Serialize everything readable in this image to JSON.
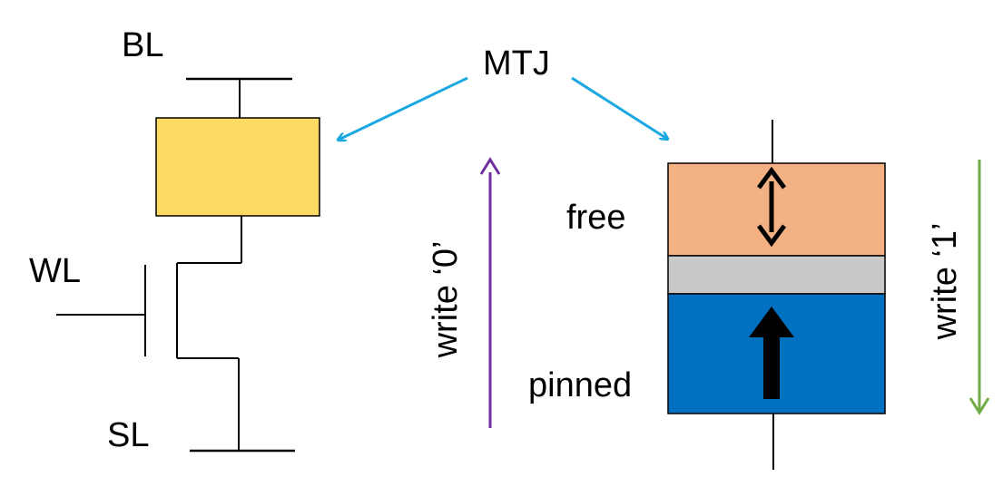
{
  "labels": {
    "bl": "BL",
    "wl": "WL",
    "sl": "SL",
    "mtj": "MTJ",
    "free": "free",
    "pinned": "pinned",
    "write0": "write ‘0’",
    "write1": "write ‘1’"
  },
  "colors": {
    "mtj_box": "#fdd966",
    "free_layer": "#f4b183",
    "barrier_layer": "#c9c9c9",
    "pinned_layer": "#0070c0",
    "callout_arrow": "#1ba8e0",
    "write0_arrow": "#7030a0",
    "write1_arrow": "#70ad47",
    "wire": "#000000"
  },
  "layers": {
    "free": {
      "magnetization": "bidirectional"
    },
    "pinned": {
      "magnetization": "up"
    }
  }
}
